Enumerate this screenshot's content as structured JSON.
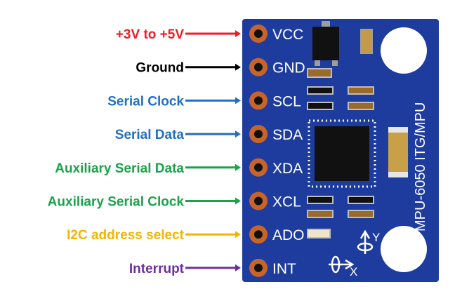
{
  "board": {
    "silkscreen": "MPU-6050 ITG/MPU",
    "axis_y": "Y",
    "axis_x": "X",
    "board_color": "#1e3c9e",
    "pad_color": "#c8642a"
  },
  "pins": [
    {
      "pin": "VCC",
      "desc": "+3V to +5V",
      "color": "#ee1c24"
    },
    {
      "pin": "GND",
      "desc": "Ground",
      "color": "#000000"
    },
    {
      "pin": "SCL",
      "desc": "Serial Clock",
      "color": "#1f6fc4"
    },
    {
      "pin": "SDA",
      "desc": "Serial Data",
      "color": "#1f6fc4"
    },
    {
      "pin": "XDA",
      "desc": "Auxiliary Serial Data",
      "color": "#1aa34a"
    },
    {
      "pin": "XCL",
      "desc": "Auxiliary Serial Clock",
      "color": "#1aa34a"
    },
    {
      "pin": "ADO",
      "desc": "I2C address select",
      "color": "#f5b400"
    },
    {
      "pin": "INT",
      "desc": "Interrupt",
      "color": "#6b2fa0"
    }
  ]
}
